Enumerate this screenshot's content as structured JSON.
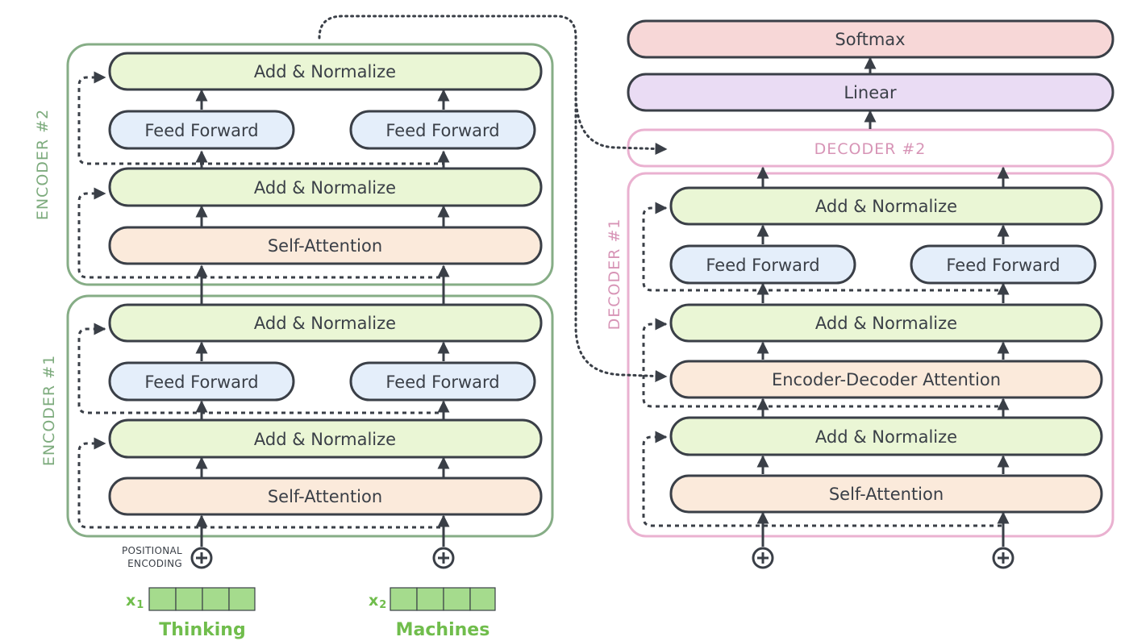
{
  "colors": {
    "add_norm": "#eaf6d5",
    "feed_forward": "#e4eefa",
    "attention": "#fbeadb",
    "linear": "#eadcf4",
    "softmax": "#f7d7d7",
    "box_stroke": "#3a3f47",
    "encoder_border": "#86ad86",
    "decoder_border": "#eab1d0",
    "encoder_label": "#7dab7d",
    "decoder_label": "#d794b6",
    "token_fill": "#a5db8d",
    "token_text": "#70bd4c"
  },
  "encoders": [
    {
      "label": "ENCODER #2",
      "add_norm_top": "Add & Normalize",
      "feed_forward": [
        "Feed Forward",
        "Feed Forward"
      ],
      "add_norm_bottom": "Add & Normalize",
      "self_attention": "Self-Attention"
    },
    {
      "label": "ENCODER #1",
      "add_norm_top": "Add & Normalize",
      "feed_forward": [
        "Feed Forward",
        "Feed Forward"
      ],
      "add_norm_bottom": "Add & Normalize",
      "self_attention": "Self-Attention"
    }
  ],
  "decoder": {
    "label": "DECODER #1",
    "add_norm_top": "Add & Normalize",
    "feed_forward": [
      "Feed Forward",
      "Feed Forward"
    ],
    "add_norm_mid": "Add & Normalize",
    "enc_dec_attention": "Encoder-Decoder Attention",
    "add_norm_bottom": "Add & Normalize",
    "self_attention": "Self-Attention"
  },
  "decoder2_label": "DECODER #2",
  "linear": "Linear",
  "softmax": "Softmax",
  "positional_encoding": [
    "POSITIONAL",
    "ENCODING"
  ],
  "inputs": [
    {
      "x_label": "x",
      "x_sub": "1",
      "word": "Thinking"
    },
    {
      "x_label": "x",
      "x_sub": "2",
      "word": "Machines"
    }
  ]
}
